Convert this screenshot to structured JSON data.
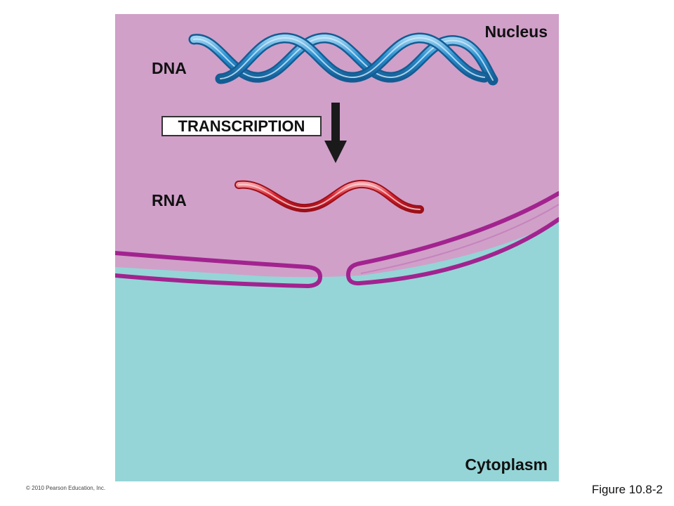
{
  "labels": {
    "nucleus": "Nucleus",
    "dna": "DNA",
    "transcription": "TRANSCRIPTION",
    "rna": "RNA",
    "cytoplasm": "Cytoplasm"
  },
  "footer": {
    "copyright": "© 2010 Pearson Education, Inc.",
    "figure": "Figure 10.8-2"
  },
  "colors": {
    "nucleus_fill": "#d0a0c9",
    "cytoplasm_fill": "#95d5d7",
    "membrane": "#a2238f",
    "dna_strand": "#2a8fd0",
    "rna_strand": "#d8222e",
    "arrow": "#1a1a1a"
  }
}
